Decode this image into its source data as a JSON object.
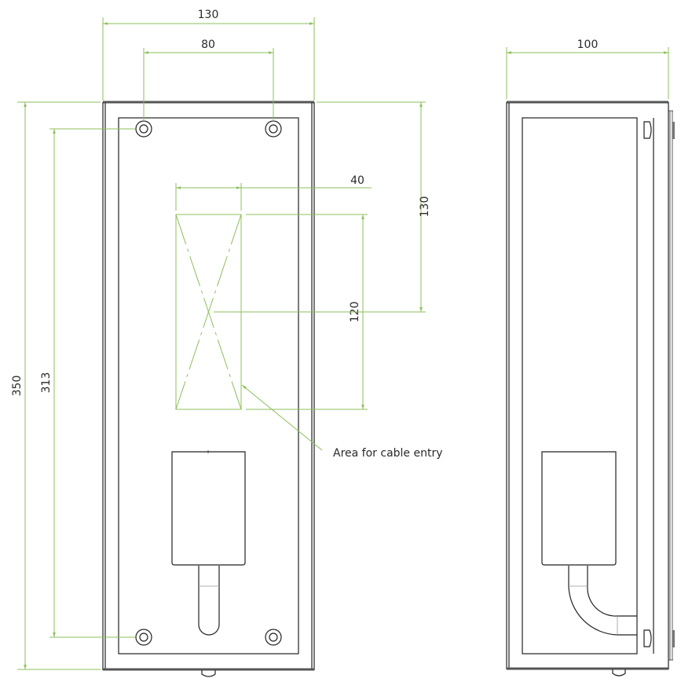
{
  "drawing": {
    "front_view": {
      "dimensions": {
        "overall_width": "130",
        "hole_spacing_horizontal": "80",
        "overall_height": "350",
        "hole_spacing_vertical": "313",
        "cable_area_width": "40",
        "cable_area_height": "120",
        "cable_area_offset_from_top": "130"
      },
      "annotation": "Area for cable entry"
    },
    "side_view": {
      "dimensions": {
        "overall_depth": "100"
      }
    },
    "colors": {
      "dimension_lines": "#8cbf5a",
      "part_lines": "#222222",
      "background": "#ffffff"
    }
  }
}
